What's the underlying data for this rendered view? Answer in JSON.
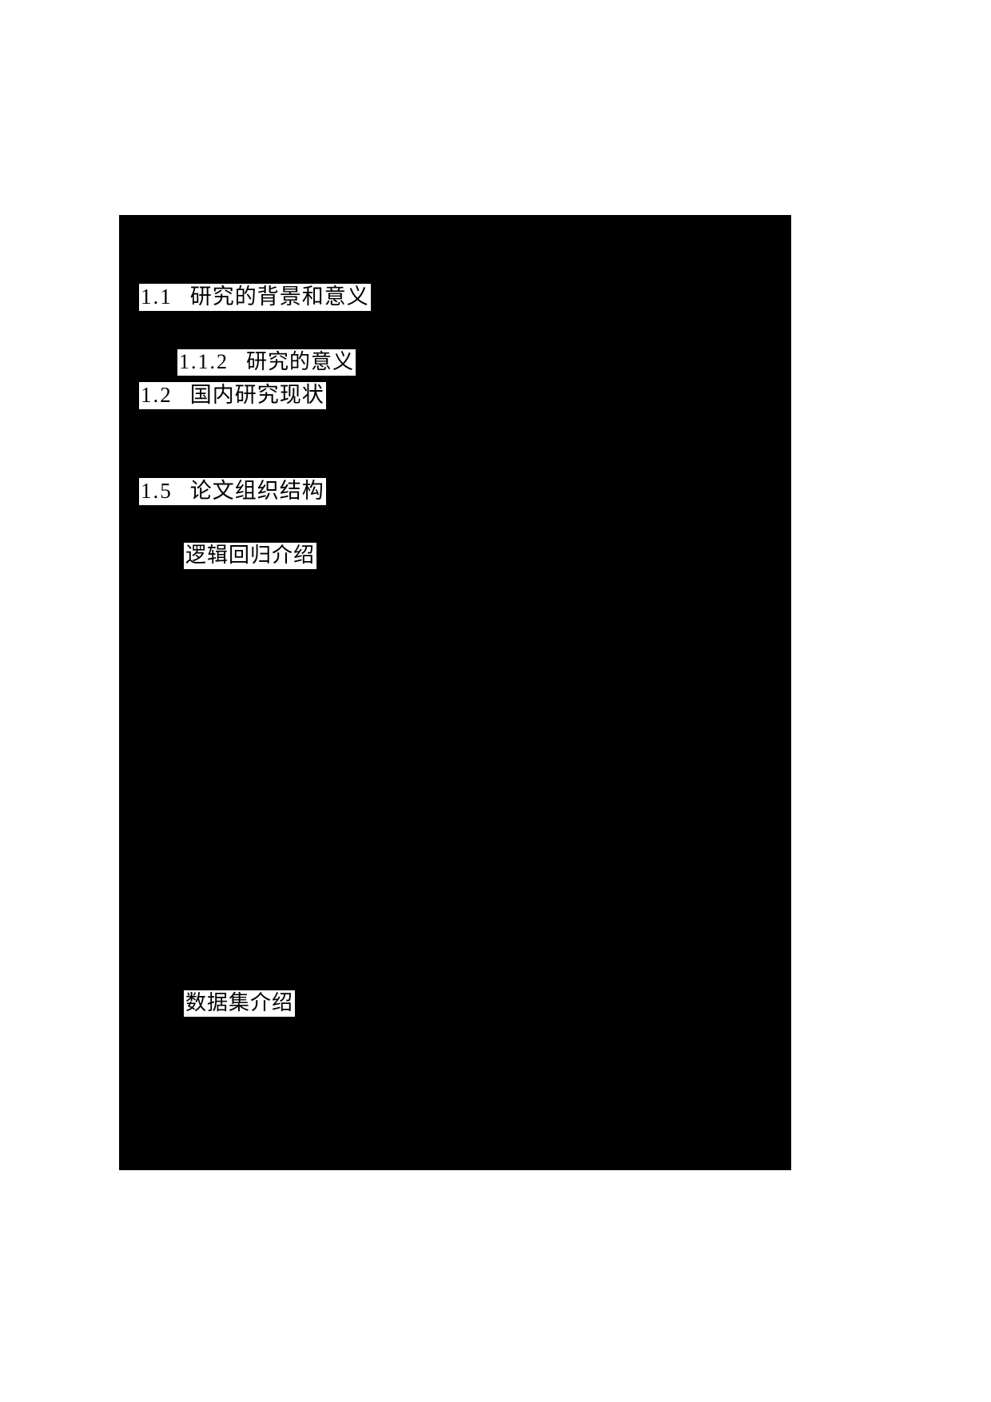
{
  "page": {
    "background_color": "#ffffff",
    "content_block_color": "#000000",
    "highlight_color": "#ffffff",
    "text_color": "#000000"
  },
  "headings": [
    {
      "id": "h-1-1",
      "number": "1.1",
      "title": "研究的背景和意义",
      "level": 2,
      "full_text": "1.1  研究的背景和意义"
    },
    {
      "id": "h-1-1-2",
      "number": "1.1.2",
      "title": "研究的意义",
      "level": 3,
      "full_text": "1.1.2  研究的意义"
    },
    {
      "id": "h-1-2",
      "number": "1.2",
      "title": "国内研究现状",
      "level": 2,
      "full_text": "1.2  国内研究现状"
    },
    {
      "id": "h-1-5",
      "number": "1.5",
      "title": "论文组织结构",
      "level": 2,
      "full_text": "1.5  论文组织结构"
    },
    {
      "id": "h-logistic",
      "number": "",
      "title": "逻辑回归介绍",
      "level": 3,
      "full_text": "逻辑回归介绍"
    },
    {
      "id": "h-dataset",
      "number": "",
      "title": "数据集介绍",
      "level": 3,
      "full_text": "数据集介绍"
    }
  ]
}
